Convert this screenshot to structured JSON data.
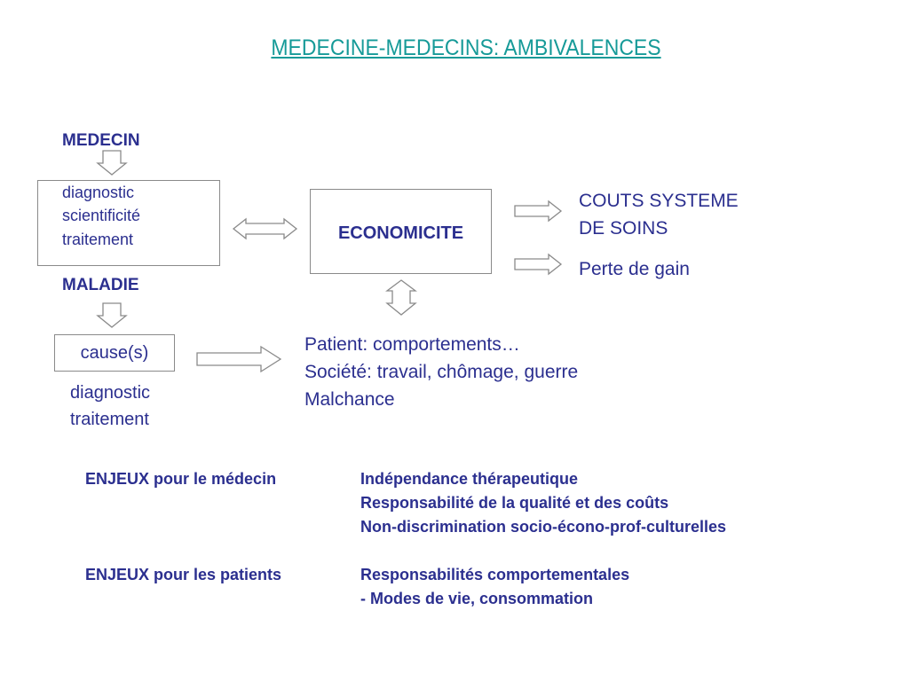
{
  "title": "MEDECINE-MEDECINS:  AMBIVALENCES",
  "medecin": {
    "heading": "MEDECIN",
    "lines": [
      "diagnostic",
      "scientificité",
      "traitement"
    ]
  },
  "maladie": {
    "heading": "MALADIE",
    "cause": "cause(s)",
    "lines": [
      "diagnostic",
      "traitement"
    ]
  },
  "economicite": "ECONOMICITE",
  "outcomes": {
    "couts": [
      "COUTS SYSTEME",
      "DE SOINS"
    ],
    "perte": "Perte de gain"
  },
  "factors": [
    "Patient: comportements…",
    "Société: travail, chômage, guerre",
    "Malchance"
  ],
  "enjeux": [
    {
      "label": "ENJEUX pour le médecin",
      "items": [
        "Indépendance thérapeutique",
        "Responsabilité de la qualité et des coûts",
        "Non-discrimination socio-écono-prof-culturelles"
      ]
    },
    {
      "label": "ENJEUX pour les patients",
      "items": [
        "Responsabilités comportementales",
        "- Modes de vie, consommation"
      ]
    }
  ],
  "colors": {
    "title": "#169a98",
    "text": "#2b2f8f",
    "stroke": "#8a8a8a"
  }
}
